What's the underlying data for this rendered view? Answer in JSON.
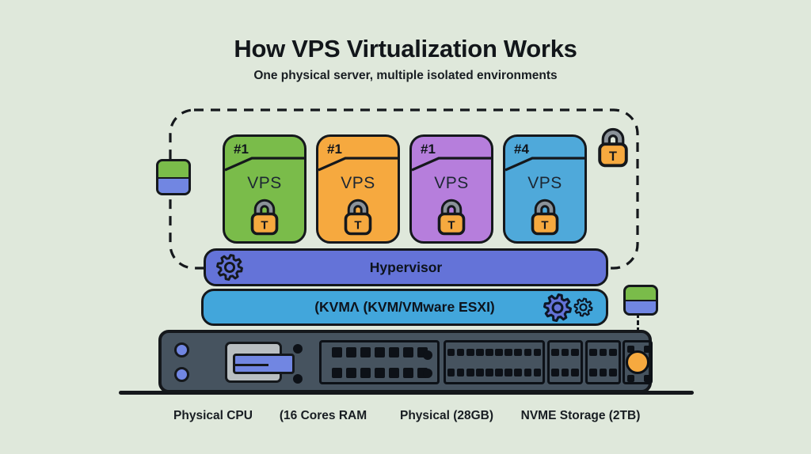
{
  "header": {
    "title": "How VPS Virtualization Works",
    "subtitle": "One physical server, multiple isolated environments"
  },
  "colors": {
    "background": "#dfe8db",
    "outline": "#15181c",
    "vps_green": "#7abc4a",
    "vps_orange": "#f6a93f",
    "vps_purple": "#b67edc",
    "vps_blue": "#4fa9da",
    "hypervisor_bar": "#6473d8",
    "kvm_bar": "#42a6db",
    "server_body": "#46535f",
    "accent_periwinkle": "#7186e2",
    "lock_body": "#f6a93f",
    "lock_shackle": "#8b9299",
    "fan": "#f6a93f"
  },
  "vps_cards": [
    {
      "id": "#1",
      "label": "VPS",
      "color": "#7abc4a"
    },
    {
      "id": "#1",
      "label": "VPS",
      "color": "#f6a93f"
    },
    {
      "id": "#1",
      "label": "VPS",
      "color": "#b67edc"
    },
    {
      "id": "#4",
      "label": "VPS",
      "color": "#4fa9da"
    }
  ],
  "lock_glyph": "T",
  "hypervisor_bar": {
    "label": "Hypervisor"
  },
  "kvm_bar": {
    "label": "(KVMΛ (KVM/VMware ESXI)"
  },
  "footer_labels": [
    "Physical CPU",
    "(16 Cores RAM",
    "Physical (28GB)",
    "NVME Storage (2TB)"
  ],
  "icons": [
    "gear-icon",
    "lock-icon",
    "isolation-chip-icon",
    "fan-icon",
    "led-icon"
  ]
}
